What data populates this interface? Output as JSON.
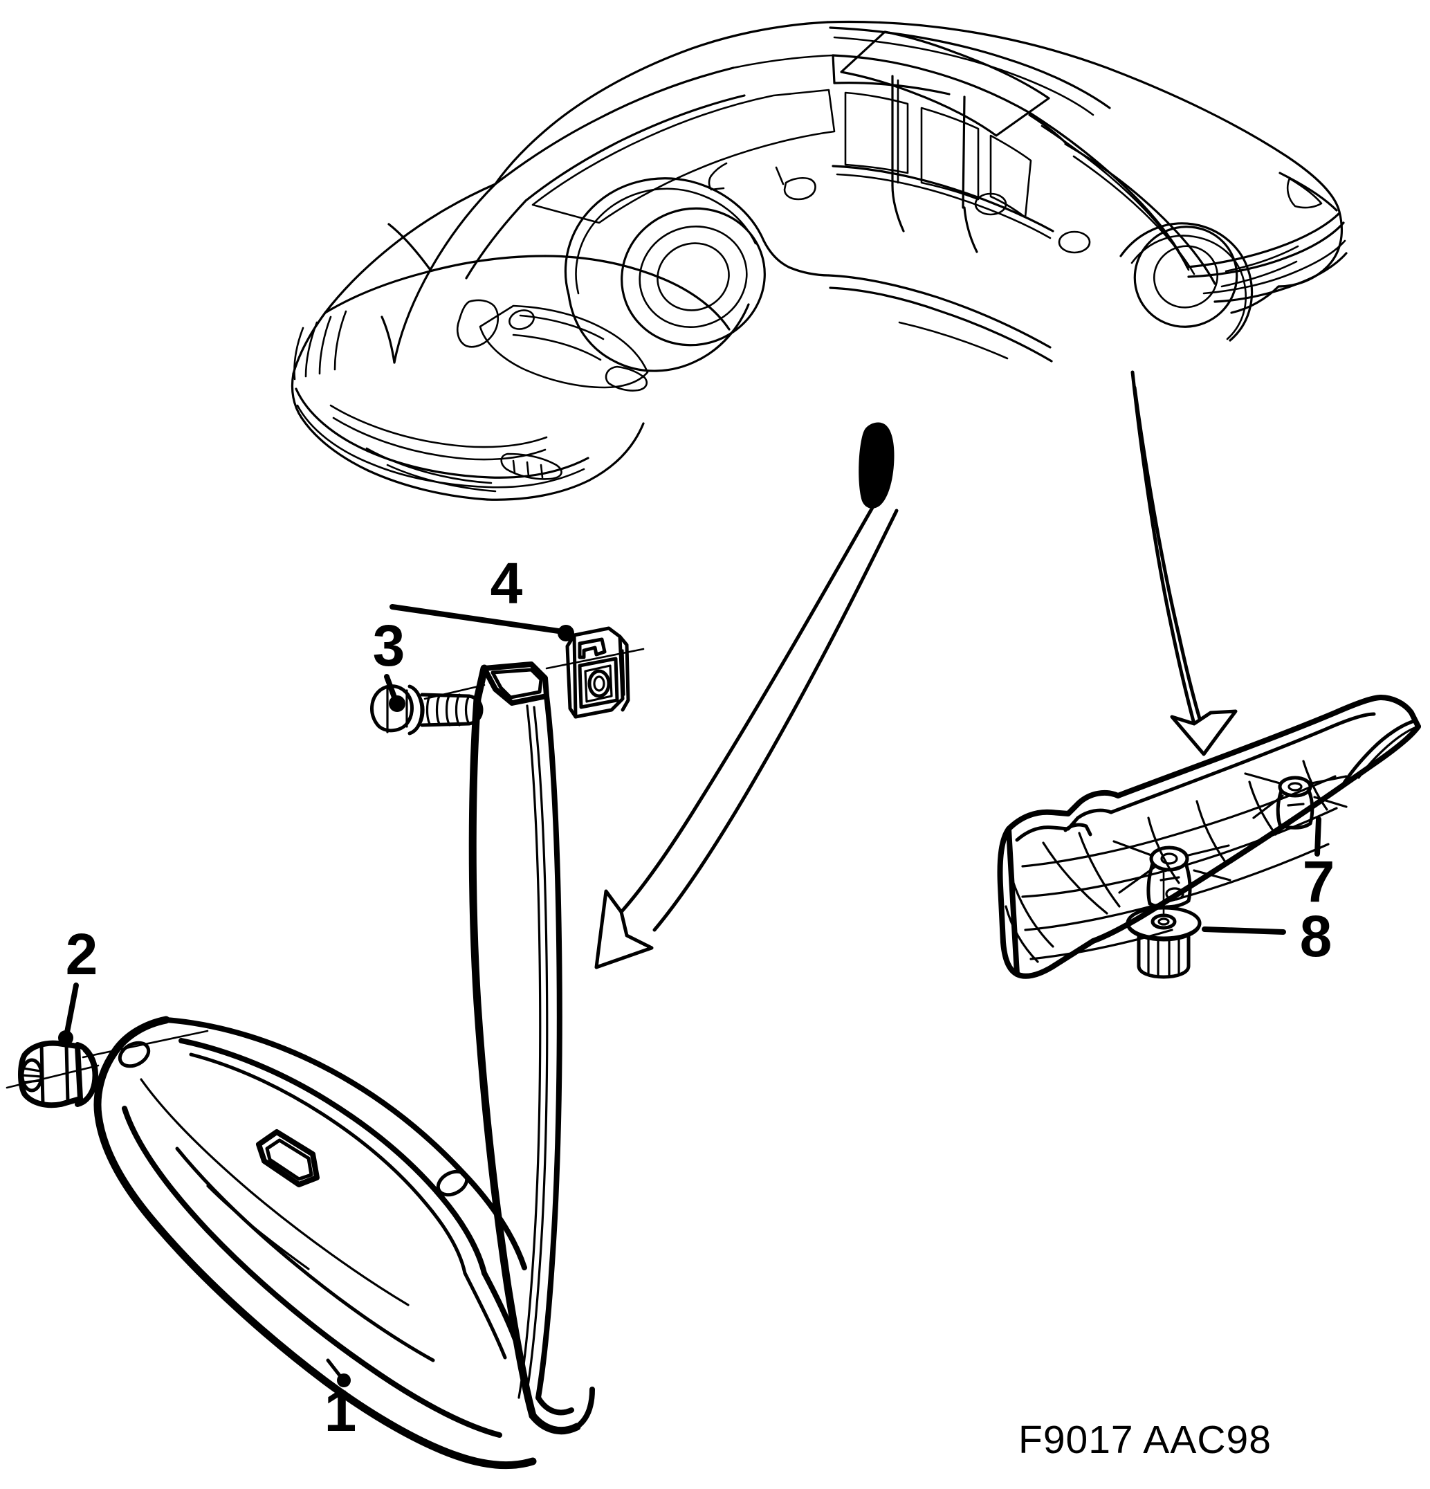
{
  "document": {
    "type": "automotive-parts-exploded-diagram",
    "figure_code": "F9017 AAC98",
    "subject": "Mud flap / splash guard and underbody shield assembly",
    "vehicle": "5-door hatchback passenger car, front three-quarter view"
  },
  "callouts": [
    {
      "number": "1",
      "part": "mud-flap",
      "label": "1"
    },
    {
      "number": "2",
      "part": "cap-nut",
      "label": "2"
    },
    {
      "number": "3",
      "part": "hex-flange-bolt",
      "label": "3"
    },
    {
      "number": "4",
      "part": "spring-clip-nut",
      "label": "4"
    },
    {
      "number": "7",
      "part": "underbody-splash-shield",
      "label": "7"
    },
    {
      "number": "8",
      "part": "push-in-rivet",
      "label": "8"
    }
  ],
  "annotations": {
    "mount_location_marker": "front wheel arch rear edge",
    "shield_location_marker": "rocker panel underside"
  },
  "colors": {
    "line": "#000000",
    "background": "#ffffff"
  }
}
